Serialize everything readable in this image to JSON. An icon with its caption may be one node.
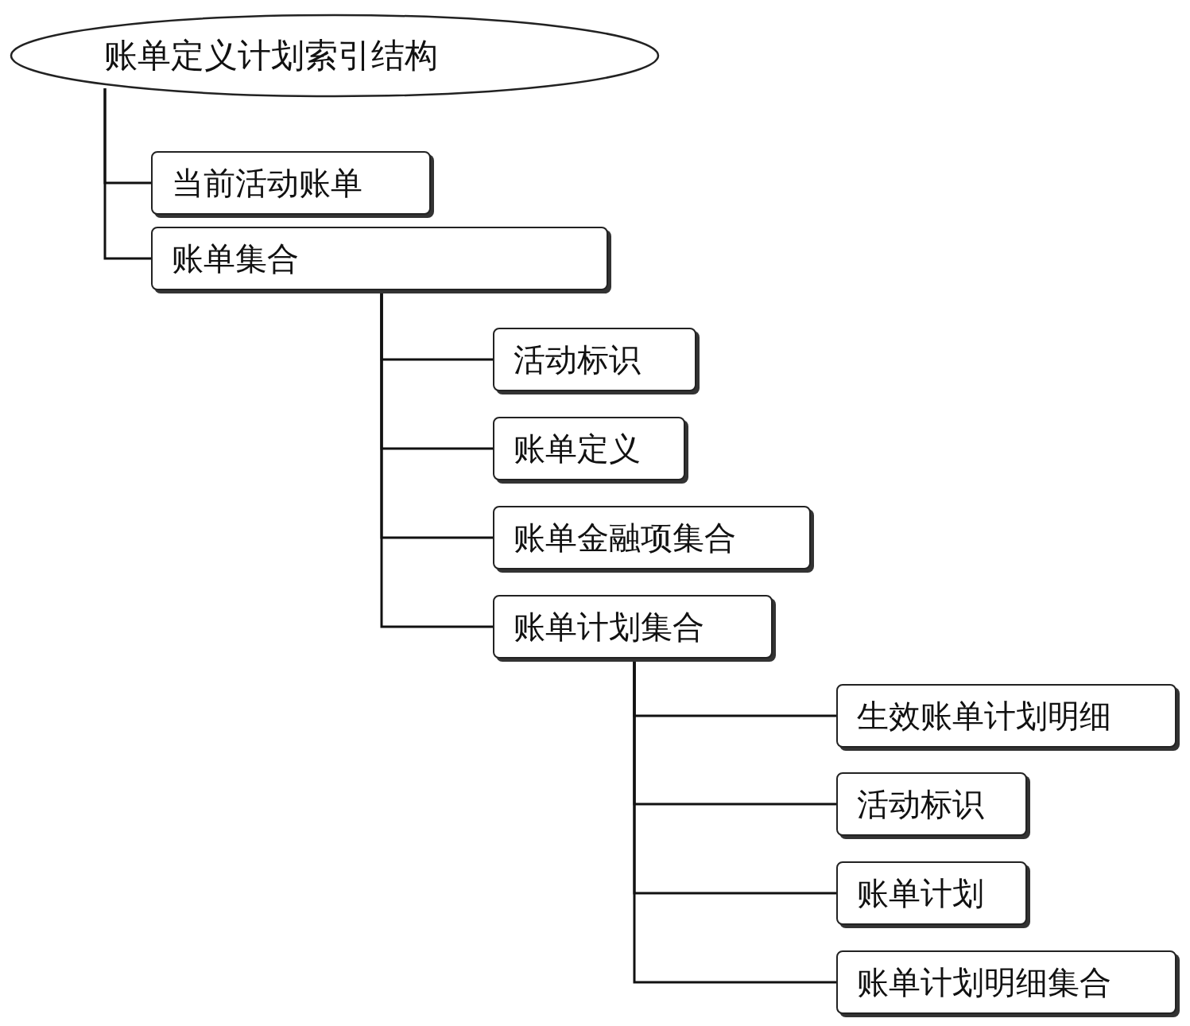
{
  "diagram": {
    "nodes": [
      {
        "text": [
          "账单定义计划索引结构"
        ]
      },
      {
        "text": [
          "当前活动账单"
        ]
      },
      {
        "text": [
          "账单集合"
        ]
      },
      {
        "text": [
          "活动标识"
        ]
      },
      {
        "text": [
          "账单定义"
        ]
      },
      {
        "text": [
          "账单金融项集合"
        ]
      },
      {
        "text": [
          "账单计划集合"
        ]
      },
      {
        "text": [
          "生效账单计划明细"
        ]
      },
      {
        "text": [
          "活动标识"
        ]
      },
      {
        "text": [
          "账单计划"
        ]
      },
      {
        "text": [
          "账单计划明细集合"
        ]
      }
    ],
    "edges": [
      {
        "from": 0,
        "to": 1,
        "arrow": "none"
      },
      {
        "from": 0,
        "to": 2,
        "arrow": "none"
      },
      {
        "from": 2,
        "to": 3,
        "arrow": "none"
      },
      {
        "from": 2,
        "to": 4,
        "arrow": "none"
      },
      {
        "from": 2,
        "to": 5,
        "arrow": "none"
      },
      {
        "from": 2,
        "to": 6,
        "arrow": "none"
      },
      {
        "from": 6,
        "to": 7,
        "arrow": "none"
      },
      {
        "from": 6,
        "to": 8,
        "arrow": "none"
      },
      {
        "from": 6,
        "to": 9,
        "arrow": "none"
      },
      {
        "from": 6,
        "to": 10,
        "arrow": "none"
      }
    ]
  }
}
